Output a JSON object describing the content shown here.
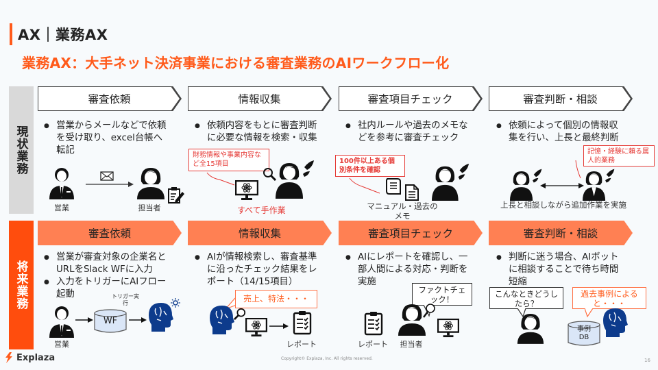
{
  "header": {
    "title": "AX｜業務AX",
    "subtitle": "業務AX：大手ネット決済事業における審査業務のAIワークフロー化"
  },
  "rows": {
    "current_label": "現状業務",
    "future_label": "将来業務"
  },
  "steps": [
    "審査依頼",
    "情報収集",
    "審査項目チェック",
    "審査判断・相談"
  ],
  "current": {
    "step1": {
      "bullets": [
        "営業からメールなどで依頼を受け取り、excel台帳へ転記"
      ],
      "label_sales": "営業",
      "label_staff": "担当者"
    },
    "step2": {
      "bullets": [
        "依頼内容をもとに審査判断に必要な情報を検索・収集"
      ],
      "callout": "財務情報や事業内容など全15項目",
      "note": "すべて手作業"
    },
    "step3": {
      "bullets": [
        "社内ルールや過去のメモなどを参考に審査チェック"
      ],
      "callout": "100件以上ある個別条件を確認",
      "label_docs": "マニュアル・過去のメモ"
    },
    "step4": {
      "bullets": [
        "依頼によって個別の情報収集を行い、上長と最終判断"
      ],
      "callout": "記憶・経験に頼る属人的業務",
      "label_consult": "上長と相談しながら追加作業を実施"
    }
  },
  "future": {
    "step1": {
      "bullets": [
        "営業が審査対象の企業名とURLをSlack WFに入力",
        "入力をトリガーにAIフロー起動"
      ],
      "trigger_label": "トリガー実行",
      "wf_label": "WF",
      "label_sales": "営業"
    },
    "step2": {
      "bullets": [
        "AIが情報検索し、審査基準に沿ったチェック結果をレポート（14/15項目）"
      ],
      "bubble": "売上、特法・・・",
      "label_report": "レポート"
    },
    "step3": {
      "bullets": [
        "AIにレポートを確認し、一部人間による対応・判断を実施"
      ],
      "bubble": "ファクトチェック！",
      "label_report": "レポート",
      "label_staff": "担当者"
    },
    "step4": {
      "bullets": [
        "判断に迷う場合、AIボットに相談することで待ち時間短縮"
      ],
      "bubble_user": "こんなときどうしたら？",
      "bubble_ai": "過去事例によると・・・",
      "db_label": "事例DB"
    }
  },
  "footer": {
    "brand": "Explaza",
    "copyright": "Copyright© Explaza, Inc. All rights reserved.",
    "page": "16"
  },
  "colors": {
    "accent": "#ff5a1a",
    "future_chevron": "#ff8053",
    "current_side": "#d9d9d9",
    "callout_red": "#e53935",
    "ai_blue": "#0d3b8c"
  }
}
